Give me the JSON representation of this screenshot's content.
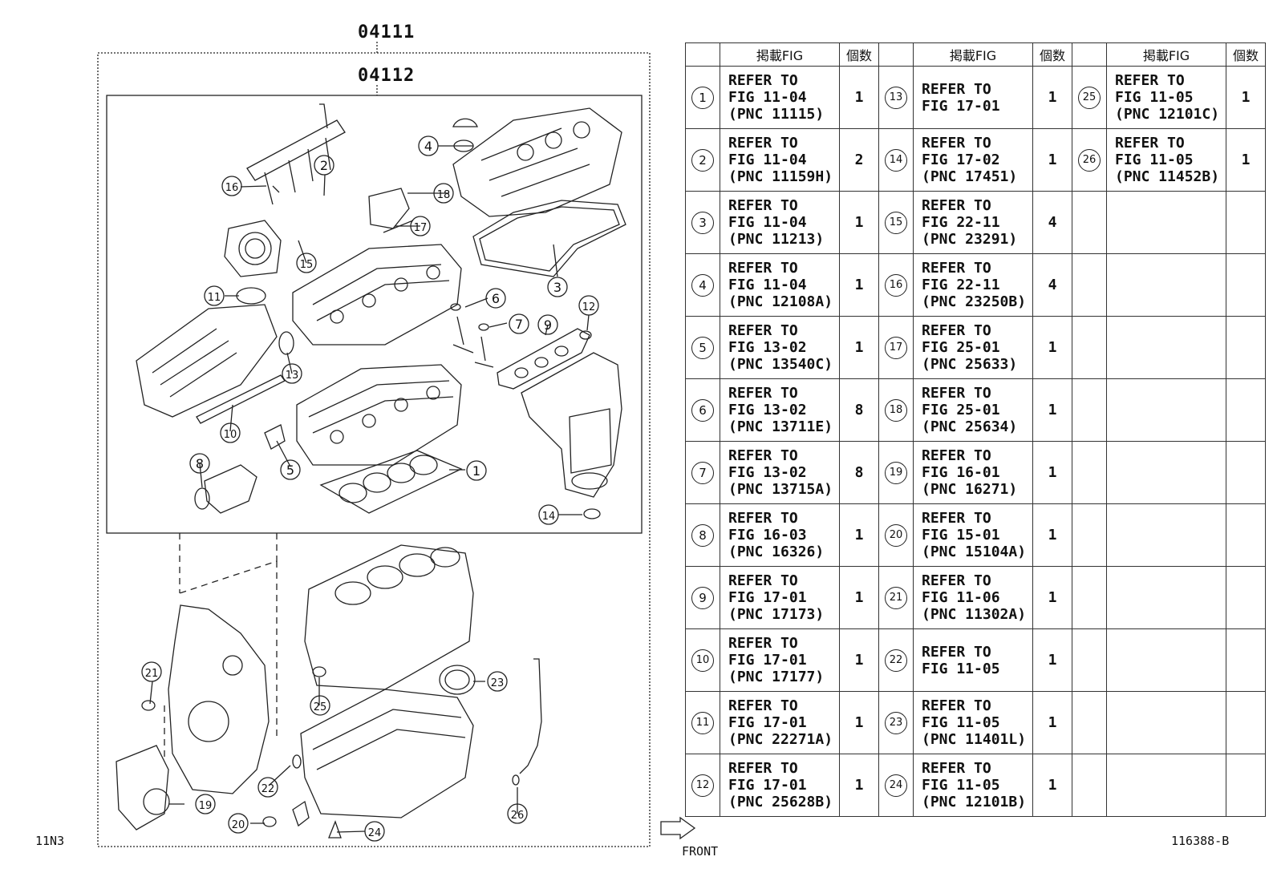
{
  "header": {
    "assembly_outer": "04111",
    "assembly_inner": "04112"
  },
  "footer": {
    "left_code": "11N3",
    "right_code": "116388-B",
    "front_label": "FRONT"
  },
  "table": {
    "headers": [
      "",
      "掲載FIG",
      "個数",
      "",
      "掲載FIG",
      "個数",
      "",
      "掲載FIG",
      "個数"
    ],
    "rows": [
      [
        {
          "n": "1",
          "lines": [
            "REFER TO",
            "FIG 11-04",
            "(PNC 11115)"
          ],
          "q": "1"
        },
        {
          "n": "13",
          "lines": [
            "REFER TO",
            "FIG 17-01"
          ],
          "q": "1"
        },
        {
          "n": "25",
          "lines": [
            "REFER TO",
            "FIG 11-05",
            "(PNC 12101C)"
          ],
          "q": "1"
        }
      ],
      [
        {
          "n": "2",
          "lines": [
            "REFER TO",
            "FIG 11-04",
            "(PNC 11159H)"
          ],
          "q": "2"
        },
        {
          "n": "14",
          "lines": [
            "REFER TO",
            "FIG 17-02",
            "(PNC 17451)"
          ],
          "q": "1"
        },
        {
          "n": "26",
          "lines": [
            "REFER TO",
            "FIG 11-05",
            "(PNC 11452B)"
          ],
          "q": "1"
        }
      ],
      [
        {
          "n": "3",
          "lines": [
            "REFER TO",
            "FIG 11-04",
            "(PNC 11213)"
          ],
          "q": "1"
        },
        {
          "n": "15",
          "lines": [
            "REFER TO",
            "FIG 22-11",
            "(PNC 23291)"
          ],
          "q": "4"
        },
        {
          "n": "",
          "lines": [],
          "q": ""
        }
      ],
      [
        {
          "n": "4",
          "lines": [
            "REFER TO",
            "FIG 11-04",
            "(PNC 12108A)"
          ],
          "q": "1"
        },
        {
          "n": "16",
          "lines": [
            "REFER TO",
            "FIG 22-11",
            "(PNC 23250B)"
          ],
          "q": "4"
        },
        {
          "n": "",
          "lines": [],
          "q": ""
        }
      ],
      [
        {
          "n": "5",
          "lines": [
            "REFER TO",
            "FIG 13-02",
            "(PNC 13540C)"
          ],
          "q": "1"
        },
        {
          "n": "17",
          "lines": [
            "REFER TO",
            "FIG 25-01",
            "(PNC 25633)"
          ],
          "q": "1"
        },
        {
          "n": "",
          "lines": [],
          "q": ""
        }
      ],
      [
        {
          "n": "6",
          "lines": [
            "REFER TO",
            "FIG 13-02",
            "(PNC 13711E)"
          ],
          "q": "8"
        },
        {
          "n": "18",
          "lines": [
            "REFER TO",
            "FIG 25-01",
            "(PNC 25634)"
          ],
          "q": "1"
        },
        {
          "n": "",
          "lines": [],
          "q": ""
        }
      ],
      [
        {
          "n": "7",
          "lines": [
            "REFER TO",
            "FIG 13-02",
            "(PNC 13715A)"
          ],
          "q": "8"
        },
        {
          "n": "19",
          "lines": [
            "REFER TO",
            "FIG 16-01",
            "(PNC 16271)"
          ],
          "q": "1"
        },
        {
          "n": "",
          "lines": [],
          "q": ""
        }
      ],
      [
        {
          "n": "8",
          "lines": [
            "REFER TO",
            "FIG 16-03",
            "(PNC 16326)"
          ],
          "q": "1"
        },
        {
          "n": "20",
          "lines": [
            "REFER TO",
            "FIG 15-01",
            "(PNC 15104A)"
          ],
          "q": "1"
        },
        {
          "n": "",
          "lines": [],
          "q": ""
        }
      ],
      [
        {
          "n": "9",
          "lines": [
            "REFER TO",
            "FIG 17-01",
            "(PNC 17173)"
          ],
          "q": "1"
        },
        {
          "n": "21",
          "lines": [
            "REFER TO",
            "FIG 11-06",
            "(PNC 11302A)"
          ],
          "q": "1"
        },
        {
          "n": "",
          "lines": [],
          "q": ""
        }
      ],
      [
        {
          "n": "10",
          "lines": [
            "REFER TO",
            "FIG 17-01",
            "(PNC 17177)"
          ],
          "q": "1"
        },
        {
          "n": "22",
          "lines": [
            "REFER TO",
            "FIG 11-05"
          ],
          "q": "1"
        },
        {
          "n": "",
          "lines": [],
          "q": ""
        }
      ],
      [
        {
          "n": "11",
          "lines": [
            "REFER TO",
            "FIG 17-01",
            "(PNC 22271A)"
          ],
          "q": "1"
        },
        {
          "n": "23",
          "lines": [
            "REFER TO",
            "FIG 11-05",
            "(PNC 11401L)"
          ],
          "q": "1"
        },
        {
          "n": "",
          "lines": [],
          "q": ""
        }
      ],
      [
        {
          "n": "12",
          "lines": [
            "REFER TO",
            "FIG 17-01",
            "(PNC 25628B)"
          ],
          "q": "1"
        },
        {
          "n": "24",
          "lines": [
            "REFER TO",
            "FIG 11-05",
            "(PNC 12101B)"
          ],
          "q": "1"
        },
        {
          "n": "",
          "lines": [],
          "q": ""
        }
      ]
    ]
  },
  "callouts": [
    "1",
    "2",
    "3",
    "4",
    "5",
    "6",
    "7",
    "8",
    "9",
    "10",
    "11",
    "12",
    "13",
    "14",
    "15",
    "16",
    "17",
    "18",
    "19",
    "20",
    "21",
    "22",
    "23",
    "24",
    "25",
    "26"
  ]
}
